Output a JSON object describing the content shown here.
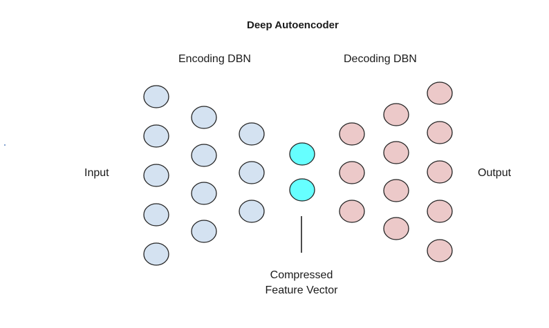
{
  "diagram": {
    "title": "Deep Autoencoder",
    "labels": {
      "encoding": "Encoding DBN",
      "decoding": "Decoding DBN",
      "input": "Input",
      "output": "Output",
      "compressed_line1": "Compressed",
      "compressed_line2": "Feature Vector"
    },
    "layers": [
      {
        "name": "input-layer",
        "role": "encoder",
        "nodes": 5
      },
      {
        "name": "encoder-hidden-1",
        "role": "encoder",
        "nodes": 4
      },
      {
        "name": "encoder-hidden-2",
        "role": "encoder",
        "nodes": 3
      },
      {
        "name": "code-layer",
        "role": "code",
        "nodes": 2
      },
      {
        "name": "decoder-hidden-1",
        "role": "decoder",
        "nodes": 3
      },
      {
        "name": "decoder-hidden-2",
        "role": "decoder",
        "nodes": 4
      },
      {
        "name": "output-layer",
        "role": "decoder",
        "nodes": 5
      }
    ],
    "colors": {
      "encoder_fill": "#d4e2f1",
      "code_fill": "#66ffff",
      "decoder_fill": "#ecc9c9",
      "stroke": "#222222"
    }
  }
}
